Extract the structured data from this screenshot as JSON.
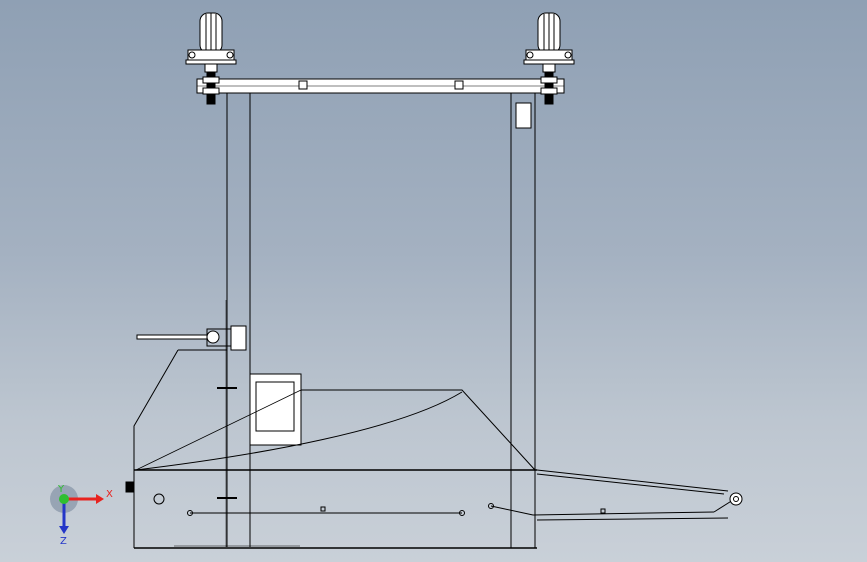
{
  "viewport": {
    "background_top": "#8fa0b4",
    "background_bottom": "#c9d0d8",
    "line_color": "#000000",
    "fill_color": "#ffffff"
  },
  "triad": {
    "x_label": "X",
    "y_label": "Y",
    "z_label": "Z",
    "x_color": "#e8231f",
    "y_color": "#2fbf2f",
    "z_color": "#2436c8"
  }
}
